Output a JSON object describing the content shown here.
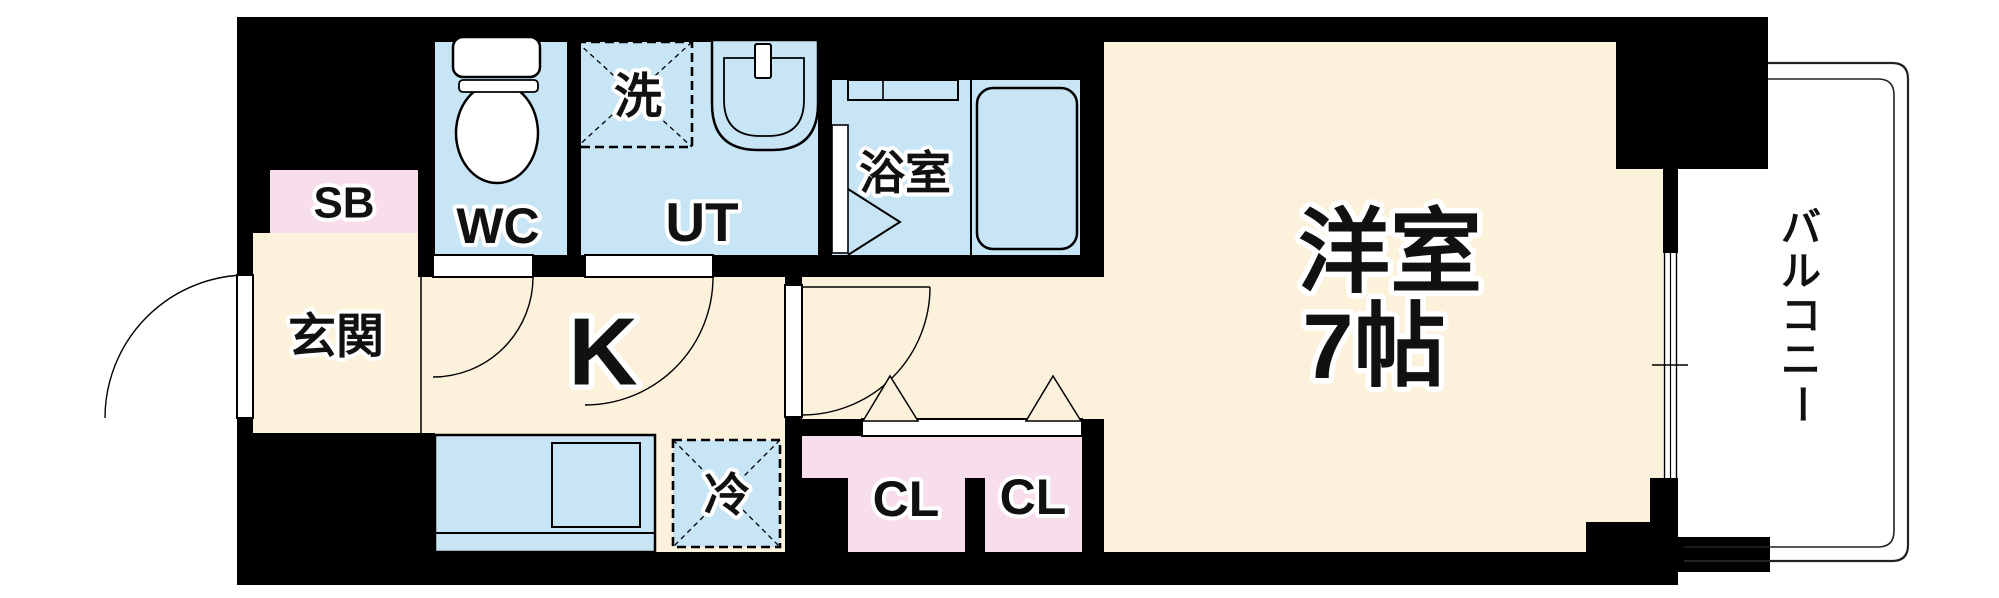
{
  "plan": {
    "type": "apartment-floor-plan",
    "colors": {
      "floor": "#FCF2DC",
      "water": "#C8E5F6",
      "closet_pink": "#F8DEEC",
      "wall": "#000000",
      "background": "#FFFFFF"
    },
    "rooms": {
      "entrance": {
        "label": "玄関"
      },
      "shoe_box": {
        "label": "SB"
      },
      "toilet": {
        "label": "WC"
      },
      "laundry": {
        "label": "洗"
      },
      "utility": {
        "label": "UT"
      },
      "bathroom": {
        "label": "浴室"
      },
      "kitchen": {
        "label": "K"
      },
      "refrigerator": {
        "label": "冷"
      },
      "closet_left": {
        "label": "CL"
      },
      "closet_right": {
        "label": "CL"
      },
      "main_room": {
        "label": "洋室",
        "size": "7帖"
      },
      "balcony": {
        "label": "バルコニー",
        "chars": [
          "バ",
          "ル",
          "コ",
          "ニ",
          "ー"
        ]
      }
    }
  }
}
